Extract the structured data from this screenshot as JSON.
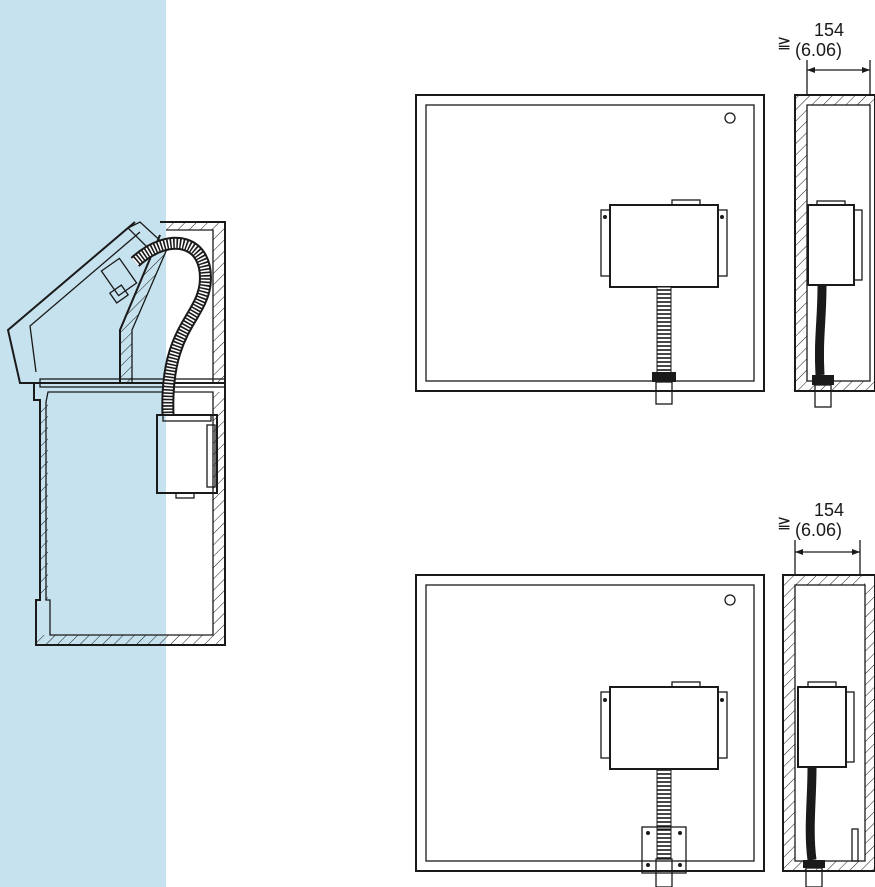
{
  "colors": {
    "wall_panel": "#c5e2ee",
    "line": "#1a1a1a",
    "background": "#ffffff"
  },
  "dimensions": {
    "top": {
      "symbol": "≧",
      "value": "154",
      "value_inch": "(6.06)"
    },
    "bottom": {
      "symbol": "≧",
      "value": "154",
      "value_inch": "(6.06)"
    }
  }
}
